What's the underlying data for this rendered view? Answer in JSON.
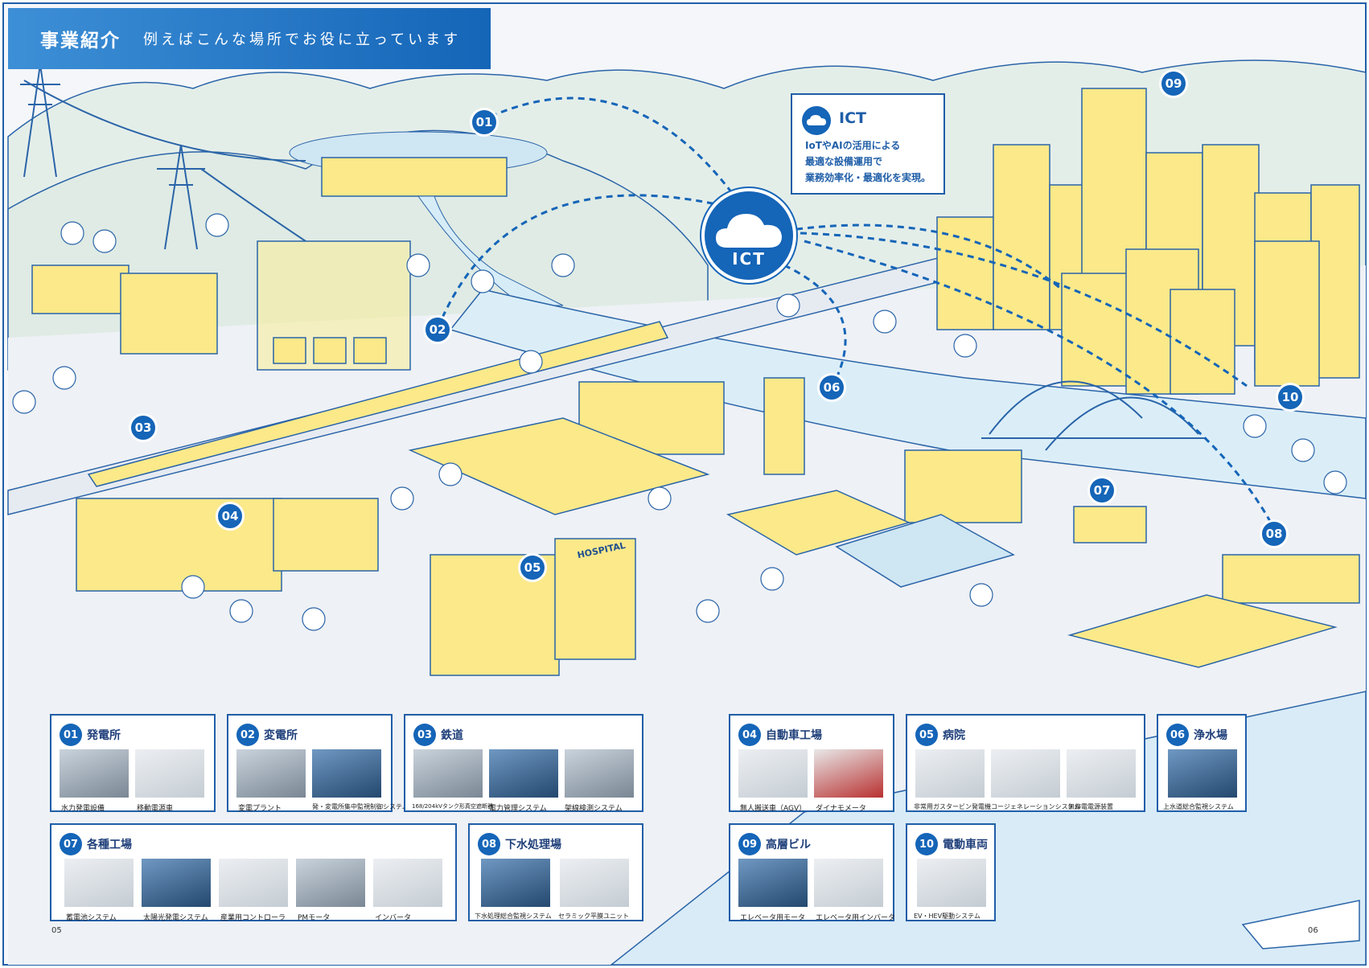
{
  "header": {
    "title": "事業紹介",
    "subtitle": "例えばこんな場所でお役に立っています"
  },
  "ict": {
    "cloud_label": "ICT",
    "callout_title": "ICT",
    "callout_lines": [
      "IoTやAIの活用による",
      "最適な設備運用で",
      "業務効率化・最適化を実現。"
    ]
  },
  "scene": {
    "hospital_sign": "HOSPITAL"
  },
  "markers": [
    "01",
    "02",
    "03",
    "04",
    "05",
    "06",
    "07",
    "08",
    "09",
    "10"
  ],
  "panels": [
    {
      "num": "01",
      "title": "発電所",
      "items": [
        "水力発電設備",
        "移動電源車"
      ]
    },
    {
      "num": "02",
      "title": "変電所",
      "items": [
        "変電プラント",
        "発・変電所集中監視制御システム"
      ]
    },
    {
      "num": "03",
      "title": "鉄道",
      "items": [
        "168/204kVタンク形真空遮断器",
        "電力管理システム",
        "架線検測システム"
      ]
    },
    {
      "num": "04",
      "title": "自動車工場",
      "items": [
        "無人搬送車（AGV）",
        "ダイナモメータ"
      ]
    },
    {
      "num": "05",
      "title": "病院",
      "items": [
        "非常用ガスタービン発電機",
        "コージェネレーションシステム",
        "無停電電源装置"
      ]
    },
    {
      "num": "06",
      "title": "浄水場",
      "items": [
        "上水道総合監視システム"
      ]
    },
    {
      "num": "07",
      "title": "各種工場",
      "items": [
        "蓄電池システム",
        "太陽光発電システム",
        "産業用コントローラ",
        "PMモータ",
        "インバータ"
      ]
    },
    {
      "num": "08",
      "title": "下水処理場",
      "items": [
        "下水処理総合監視システム",
        "セラミック平膜ユニット"
      ]
    },
    {
      "num": "09",
      "title": "高層ビル",
      "items": [
        "エレベータ用モータ",
        "エレベータ用インバータ"
      ]
    },
    {
      "num": "10",
      "title": "電動車両",
      "items": [
        "EV・HEV駆動システム"
      ]
    }
  ],
  "page_numbers": {
    "left": "05",
    "right": "06"
  },
  "colors": {
    "primary": "#1565b8",
    "highlight": "#fbe98a",
    "line": "#2a64a8",
    "ground": "#eef2f6",
    "hills": "#e6efea"
  }
}
